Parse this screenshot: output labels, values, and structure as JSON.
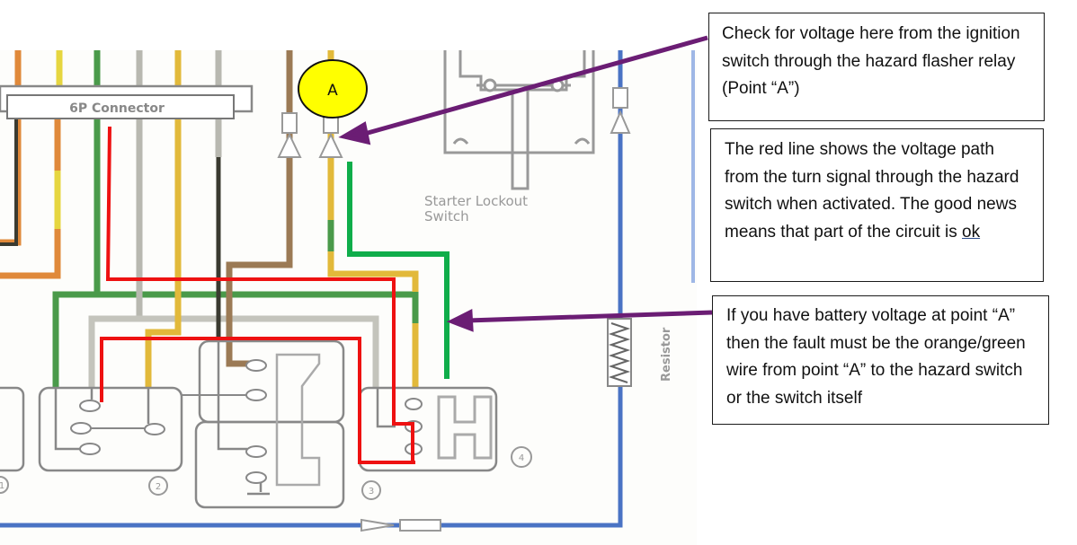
{
  "diagram": {
    "connector_label": "6P Connector",
    "starter_label_line1": "Starter Lockout",
    "starter_label_line2": "Switch",
    "resistor_label": "Resistor",
    "point_marker": "A",
    "switch_numbers": [
      "1",
      "2",
      "3",
      "4"
    ],
    "colors": {
      "red_path": "#ee1111",
      "green_path": "#0fad4a",
      "arrow": "#6b1d74",
      "marker_fill": "#ffff00",
      "wire_orange": "#e0893a",
      "wire_yellow": "#e6d640",
      "wire_green": "#4a9a4a",
      "wire_grey": "#b8b8b0",
      "wire_gold": "#e2b93a",
      "wire_brown": "#9b7a55",
      "wire_blue": "#4a73c4",
      "wire_black": "#3a3a30"
    }
  },
  "callouts": {
    "top": {
      "text": "Check for voltage here from the ignition switch through the hazard flasher relay (Point “A”)"
    },
    "middle": {
      "text": "The red line shows the voltage path from the turn signal through the hazard switch when activated. The good news means that part of the circuit is",
      "link_text": "ok"
    },
    "bottom": {
      "text": "If you have battery voltage at point “A” then the fault must be the orange/green wire from point “A” to the hazard switch or the switch itself"
    }
  }
}
